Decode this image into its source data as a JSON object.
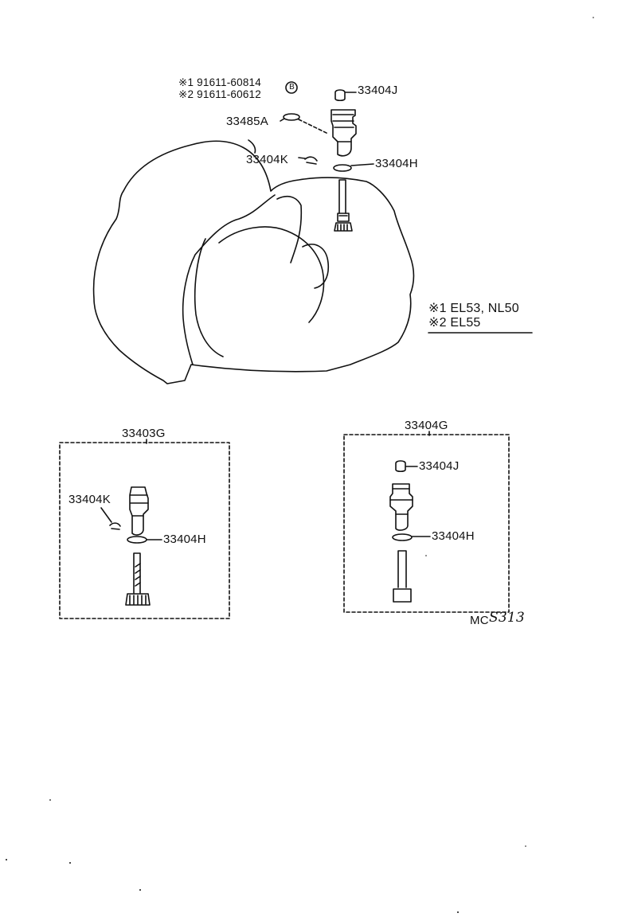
{
  "labels": {
    "mark1_part": "※1 91611-60814",
    "mark2_part": "※2 91611-60612",
    "bolt_symbol": "B",
    "p33485A": "33485A",
    "p33404J_top": "33404J",
    "p33404K_top": "33404K",
    "p33404H_top": "33404H",
    "legend_1": "※1 EL53, NL50",
    "legend_2": "※2 EL55",
    "kit_left_title": "33403G",
    "kit_left_k": "33404K",
    "kit_left_h": "33404H",
    "kit_right_title": "33404G",
    "kit_right_j": "33404J",
    "kit_right_h": "33404H",
    "ref_prefix": "MC",
    "ref_hand": "S313"
  }
}
